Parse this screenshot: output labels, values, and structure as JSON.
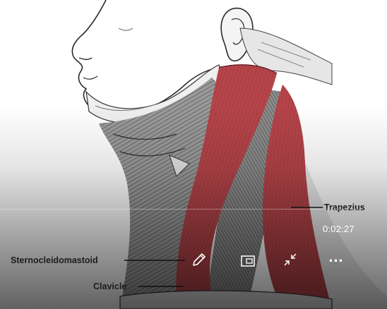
{
  "figure": {
    "labels": {
      "trapezius": "Trapezius",
      "sternocleidomastoid": "Sternocleidomastoid",
      "clavicle": "Clavicle"
    }
  },
  "player": {
    "timestamp": "0:02:27",
    "controls": [
      {
        "name": "edit",
        "icon": "pencil-icon"
      },
      {
        "name": "mini-view",
        "icon": "mini-view-icon"
      },
      {
        "name": "exit-fullscreen",
        "icon": "collapse-arrows-icon"
      },
      {
        "name": "more-options",
        "icon": "ellipsis-icon"
      }
    ]
  },
  "colors": {
    "muscle_red": "#b5454a",
    "label_text": "#1c1c1c",
    "controls": "#ffffff"
  }
}
